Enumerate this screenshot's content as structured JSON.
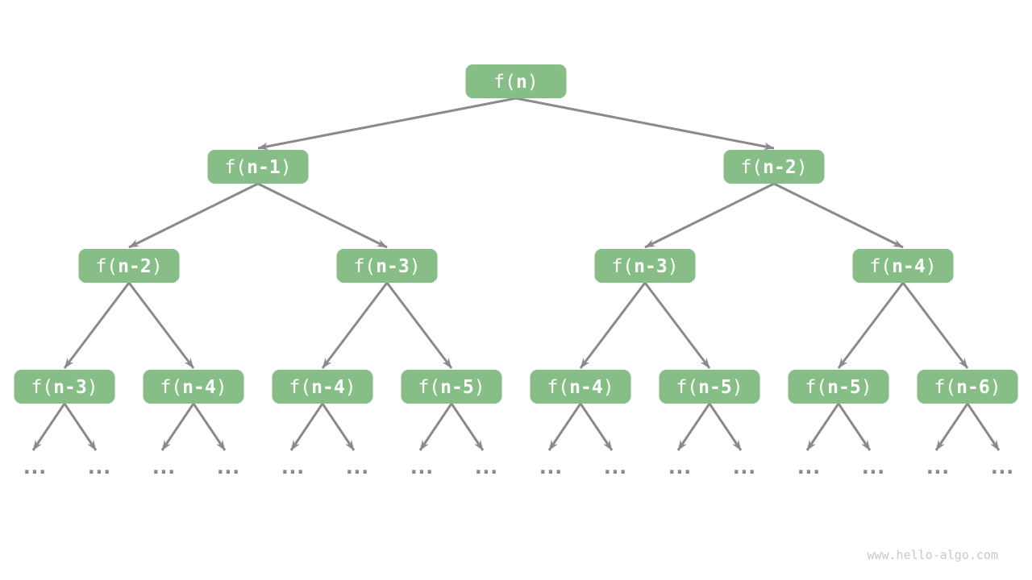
{
  "diagram": {
    "type": "recursion-tree",
    "node_fill": "#87BE87",
    "node_text_color": "#FFFFFF",
    "edge_color": "#8A8A8A",
    "ellipsis": "...",
    "ellipsis_color": "#8A8A8A",
    "levels": [
      {
        "nodes": [
          {
            "prefix": "f(",
            "arg": "n",
            "suffix": ")"
          }
        ]
      },
      {
        "nodes": [
          {
            "prefix": "f(",
            "arg": "n-1",
            "suffix": ")"
          },
          {
            "prefix": "f(",
            "arg": "n-2",
            "suffix": ")"
          }
        ]
      },
      {
        "nodes": [
          {
            "prefix": "f(",
            "arg": "n-2",
            "suffix": ")"
          },
          {
            "prefix": "f(",
            "arg": "n-3",
            "suffix": ")"
          },
          {
            "prefix": "f(",
            "arg": "n-3",
            "suffix": ")"
          },
          {
            "prefix": "f(",
            "arg": "n-4",
            "suffix": ")"
          }
        ]
      },
      {
        "nodes": [
          {
            "prefix": "f(",
            "arg": "n-3",
            "suffix": ")"
          },
          {
            "prefix": "f(",
            "arg": "n-4",
            "suffix": ")"
          },
          {
            "prefix": "f(",
            "arg": "n-4",
            "suffix": ")"
          },
          {
            "prefix": "f(",
            "arg": "n-5",
            "suffix": ")"
          },
          {
            "prefix": "f(",
            "arg": "n-4",
            "suffix": ")"
          },
          {
            "prefix": "f(",
            "arg": "n-5",
            "suffix": ")"
          },
          {
            "prefix": "f(",
            "arg": "n-5",
            "suffix": ")"
          },
          {
            "prefix": "f(",
            "arg": "n-6",
            "suffix": ")"
          }
        ]
      }
    ],
    "ellipsis_count": 16
  },
  "footer": {
    "watermark": "www.hello-algo.com",
    "watermark_color": "#C8C8C8"
  }
}
